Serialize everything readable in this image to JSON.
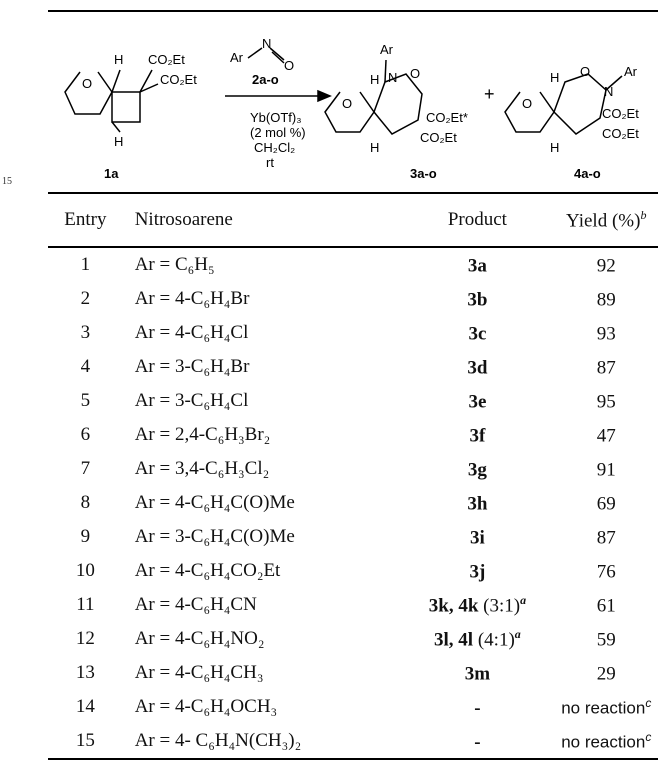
{
  "scheme": {
    "reagent_top": "Ar",
    "reagent_n": "N",
    "reagent_o": "O",
    "reagent_label": "2a-o",
    "conditions": [
      "Yb(OTf)₃",
      "(2 mol %)",
      "CH₂Cl₂",
      "rt"
    ],
    "sm_label": "1a",
    "sm_co2et_1": "CO₂Et",
    "sm_co2et_2": "CO₂Et",
    "product1_label": "3a-o",
    "product2_label": "4a-o",
    "plus": "+",
    "atom_h": "H",
    "atom_o": "O",
    "atom_n": "N",
    "atom_ar": "Ar",
    "co2et": "CO₂Et",
    "co2et_star": "CO₂Et*"
  },
  "margin_number": "15",
  "table": {
    "headers": {
      "entry": "Entry",
      "nitroso": "Nitrosoarene",
      "product": "Product",
      "yield": "Yield (%)",
      "yield_note": "b"
    },
    "rows": [
      {
        "entry": "1",
        "ar": "Ar = C₆H₅",
        "product": "3a",
        "ratio": "",
        "note_p": "",
        "yield": "92",
        "note_y": ""
      },
      {
        "entry": "2",
        "ar": "Ar = 4-C₆H₄Br",
        "product": "3b",
        "ratio": "",
        "note_p": "",
        "yield": "89",
        "note_y": ""
      },
      {
        "entry": "3",
        "ar": "Ar = 4-C₆H₄Cl",
        "product": "3c",
        "ratio": "",
        "note_p": "",
        "yield": "93",
        "note_y": ""
      },
      {
        "entry": "4",
        "ar": "Ar = 3-C₆H₄Br",
        "product": "3d",
        "ratio": "",
        "note_p": "",
        "yield": "87",
        "note_y": ""
      },
      {
        "entry": "5",
        "ar": "Ar = 3-C₆H₄Cl",
        "product": "3e",
        "ratio": "",
        "note_p": "",
        "yield": "95",
        "note_y": ""
      },
      {
        "entry": "6",
        "ar": "Ar = 2,4-C₆H₃Br₂",
        "product": "3f",
        "ratio": "",
        "note_p": "",
        "yield": "47",
        "note_y": ""
      },
      {
        "entry": "7",
        "ar": "Ar = 3,4-C₆H₃Cl₂",
        "product": "3g",
        "ratio": "",
        "note_p": "",
        "yield": "91",
        "note_y": ""
      },
      {
        "entry": "8",
        "ar": "Ar = 4-C₆H₄C(O)Me",
        "product": "3h",
        "ratio": "",
        "note_p": "",
        "yield": "69",
        "note_y": ""
      },
      {
        "entry": "9",
        "ar": "Ar = 3-C₆H₄C(O)Me",
        "product": "3i",
        "ratio": "",
        "note_p": "",
        "yield": "87",
        "note_y": ""
      },
      {
        "entry": "10",
        "ar": "Ar = 4-C₆H₄CO₂Et",
        "product": "3j",
        "ratio": "",
        "note_p": "",
        "yield": "76",
        "note_y": ""
      },
      {
        "entry": "11",
        "ar": "Ar = 4-C₆H₄CN",
        "product": "3k, 4k",
        "ratio": " (3:1)",
        "note_p": "a",
        "yield": "61",
        "note_y": ""
      },
      {
        "entry": "12",
        "ar": "Ar = 4-C₆H₄NO₂",
        "product": "3l, 4l",
        "ratio": " (4:1)",
        "note_p": "a",
        "yield": "59",
        "note_y": ""
      },
      {
        "entry": "13",
        "ar": "Ar = 4-C₆H₄CH₃",
        "product": "3m",
        "ratio": "",
        "note_p": "",
        "yield": "29",
        "note_y": ""
      },
      {
        "entry": "14",
        "ar": "Ar = 4-C₆H₄OCH₃",
        "product": "-",
        "ratio": "",
        "note_p": "",
        "yield": "no reaction",
        "note_y": "c"
      },
      {
        "entry": "15",
        "ar": "Ar = 4- C₆H₄N(CH₃)₂",
        "product": "-",
        "ratio": "",
        "note_p": "",
        "yield": "no reaction",
        "note_y": "c"
      }
    ]
  }
}
